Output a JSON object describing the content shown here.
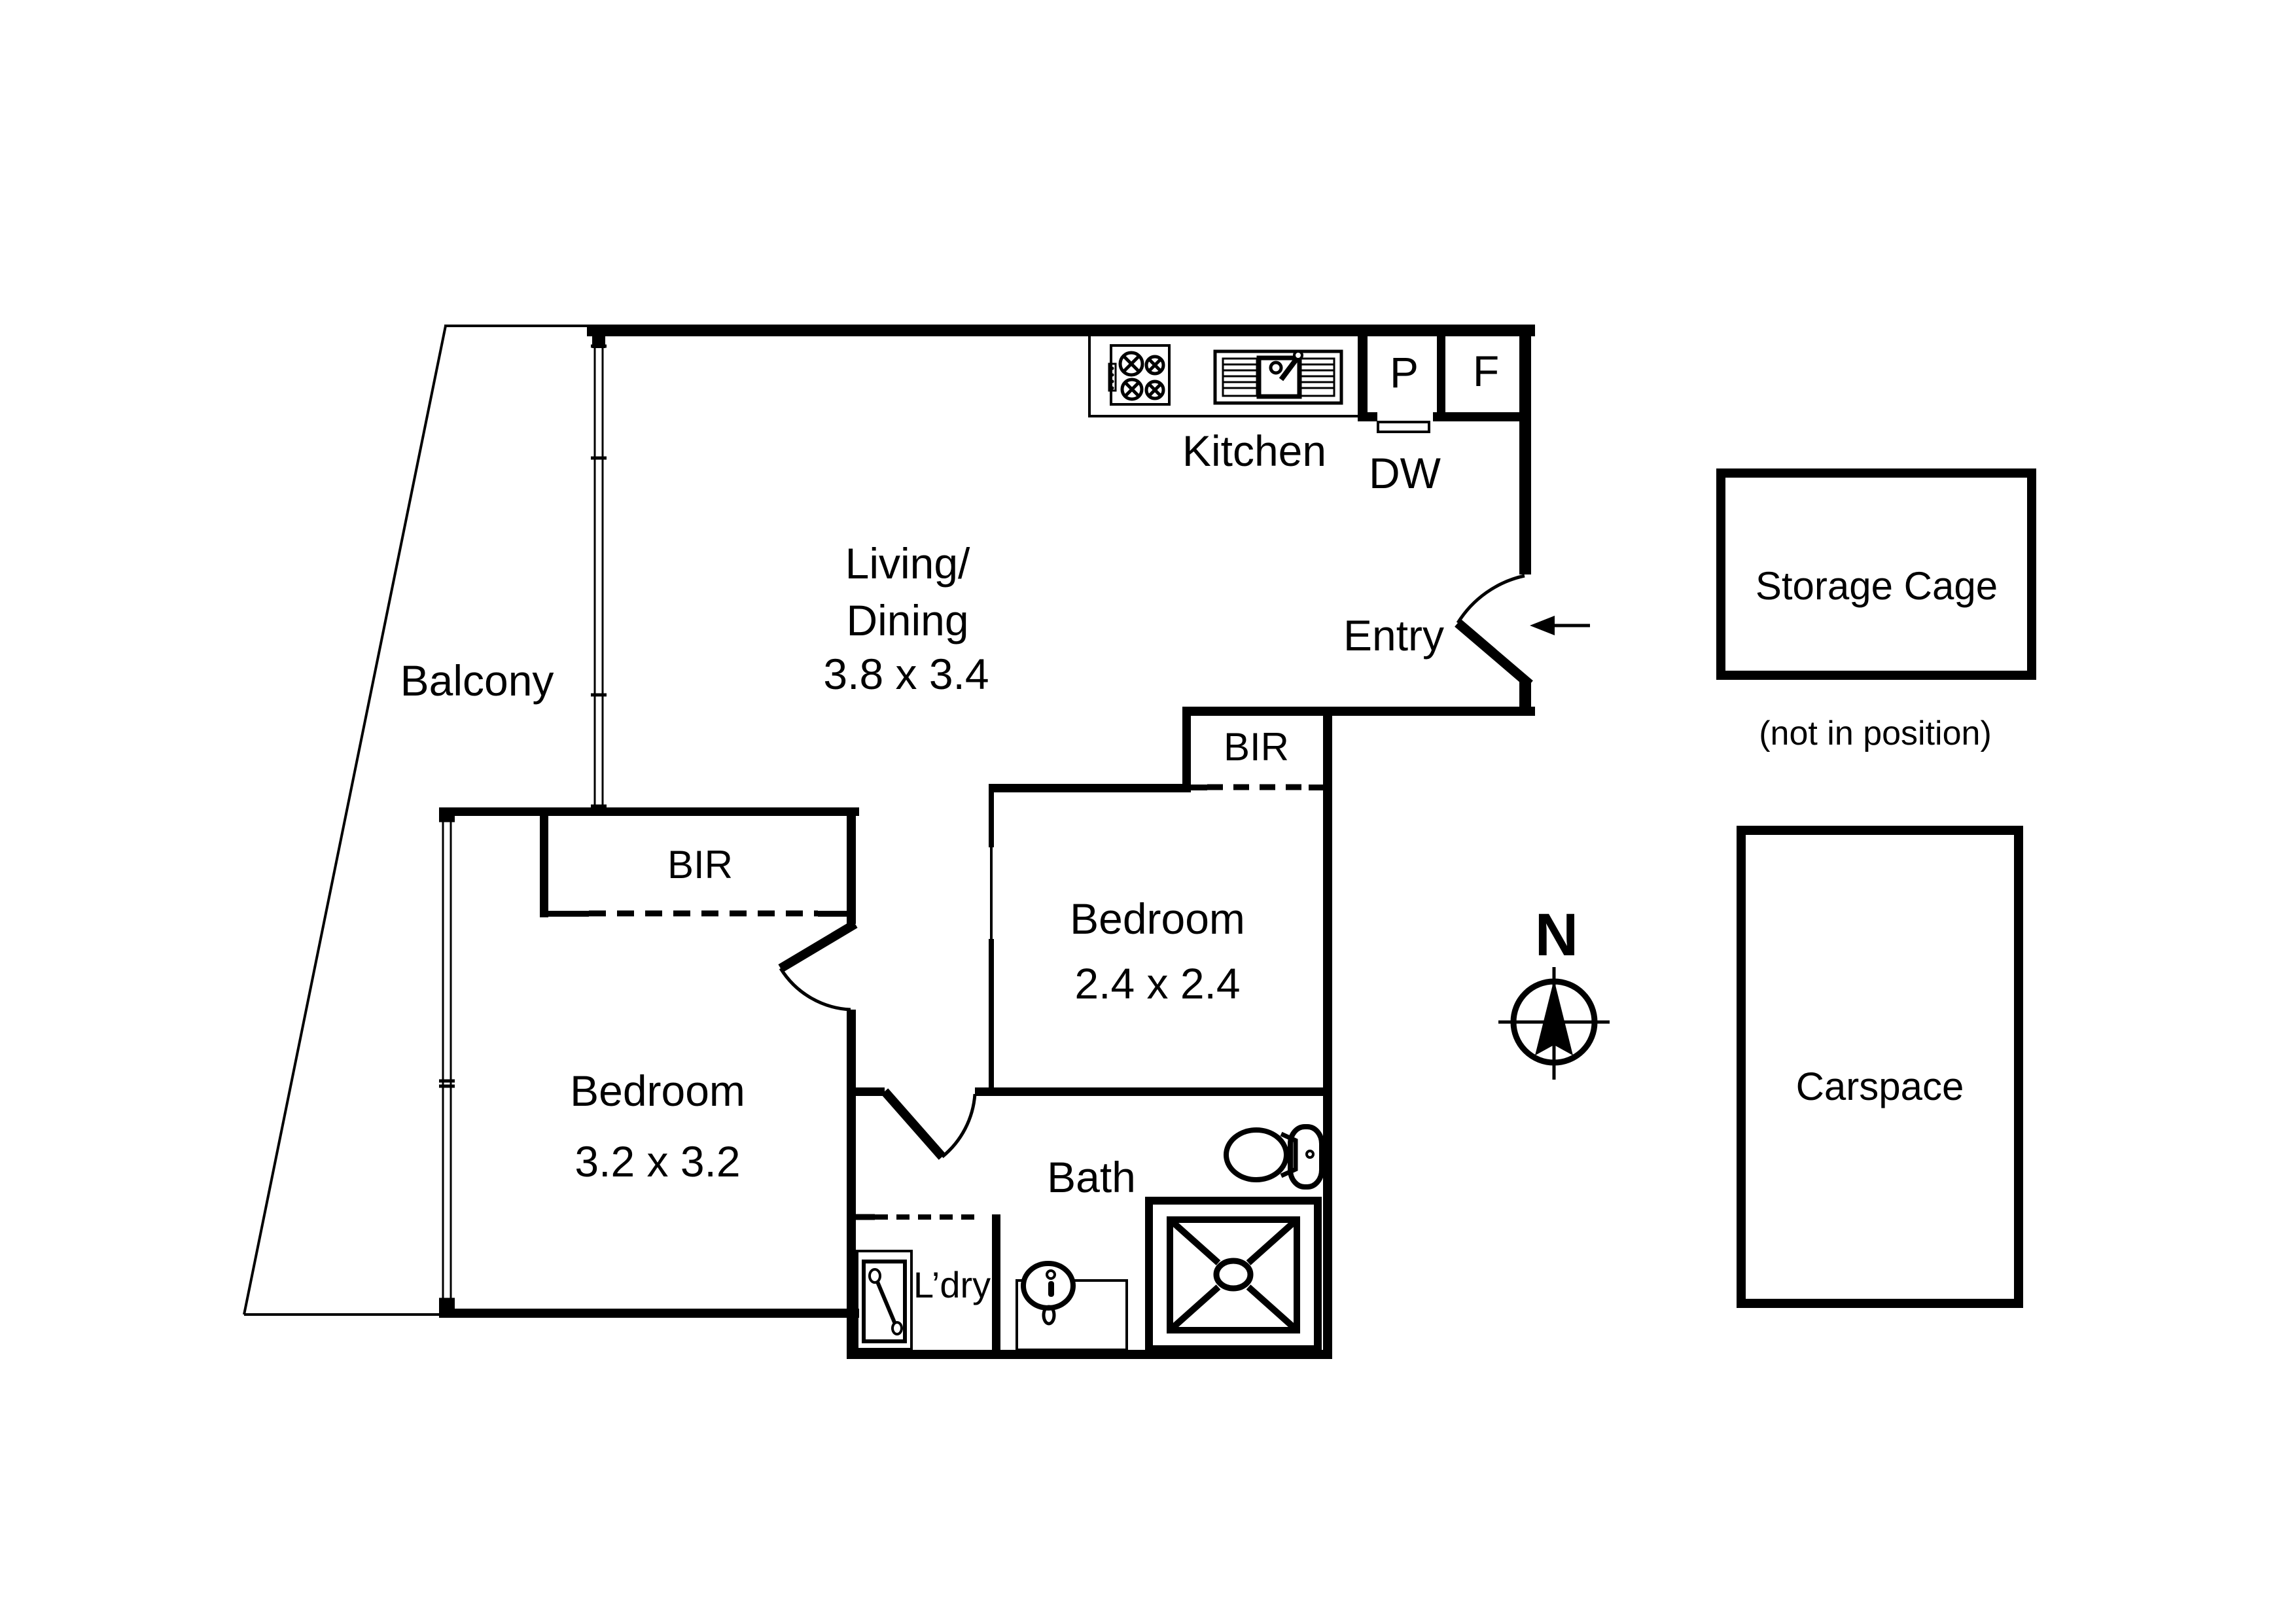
{
  "floor_plan": {
    "rooms": {
      "living": {
        "line1": "Living/",
        "line2": "Dining",
        "dims": "3.8 x 3.4"
      },
      "kitchen": {
        "label": "Kitchen"
      },
      "entry": {
        "label": "Entry"
      },
      "balcony": {
        "label": "Balcony"
      },
      "bedroom1": {
        "label": "Bedroom",
        "dims": "3.2 x 3.2"
      },
      "bedroom2": {
        "label": "Bedroom",
        "dims": "2.4 x 2.4"
      },
      "bath": {
        "label": "Bath"
      },
      "laundry": {
        "label": "L’dry"
      },
      "bir1": {
        "label": "BIR"
      },
      "bir2": {
        "label": "BIR"
      }
    },
    "appliances": {
      "pantry": "P",
      "fridge": "F",
      "dishwasher": "DW"
    },
    "icons": {
      "stove-icon": "4-burner cooktop",
      "sink-icon": "double-drainer sink",
      "toilet-icon": "toilet",
      "shower-icon": "shower base",
      "washer-icon": "washing machine",
      "basin-icon": "basin",
      "entry-arrow-icon": "entry direction arrow",
      "compass-icon": "north compass"
    }
  },
  "annexes": {
    "storage": {
      "label": "Storage Cage",
      "note": "(not in position)"
    },
    "carspace": {
      "label": "Carspace"
    }
  },
  "compass": {
    "north": "N"
  },
  "colors": {
    "ink": "#000000",
    "background": "#ffffff"
  }
}
